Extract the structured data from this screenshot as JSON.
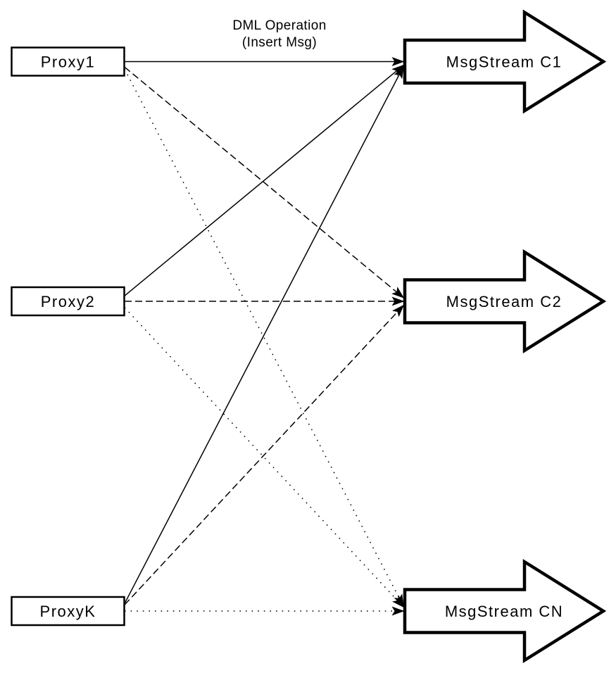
{
  "title": {
    "line1": "DML Operation",
    "line2": "(Insert Msg)"
  },
  "proxies": [
    {
      "id": "proxy1",
      "label": "Proxy1"
    },
    {
      "id": "proxy2",
      "label": "Proxy2"
    },
    {
      "id": "proxyk",
      "label": "ProxyK"
    }
  ],
  "streams": [
    {
      "id": "c1",
      "label": "MsgStream C1"
    },
    {
      "id": "c2",
      "label": "MsgStream C2"
    },
    {
      "id": "cn",
      "label": "MsgStream CN"
    }
  ],
  "edges": [
    {
      "from": "proxy1",
      "to": "c1",
      "style": "solid"
    },
    {
      "from": "proxy2",
      "to": "c1",
      "style": "solid"
    },
    {
      "from": "proxyk",
      "to": "c1",
      "style": "solid"
    },
    {
      "from": "proxy1",
      "to": "c2",
      "style": "dashed"
    },
    {
      "from": "proxy2",
      "to": "c2",
      "style": "dashed"
    },
    {
      "from": "proxyk",
      "to": "c2",
      "style": "dashed"
    },
    {
      "from": "proxy1",
      "to": "cn",
      "style": "dotted"
    },
    {
      "from": "proxy2",
      "to": "cn",
      "style": "dotted"
    },
    {
      "from": "proxyk",
      "to": "cn",
      "style": "dotted"
    }
  ],
  "colors": {
    "stroke": "#000000",
    "fill": "#ffffff",
    "background": "#ffffff"
  }
}
